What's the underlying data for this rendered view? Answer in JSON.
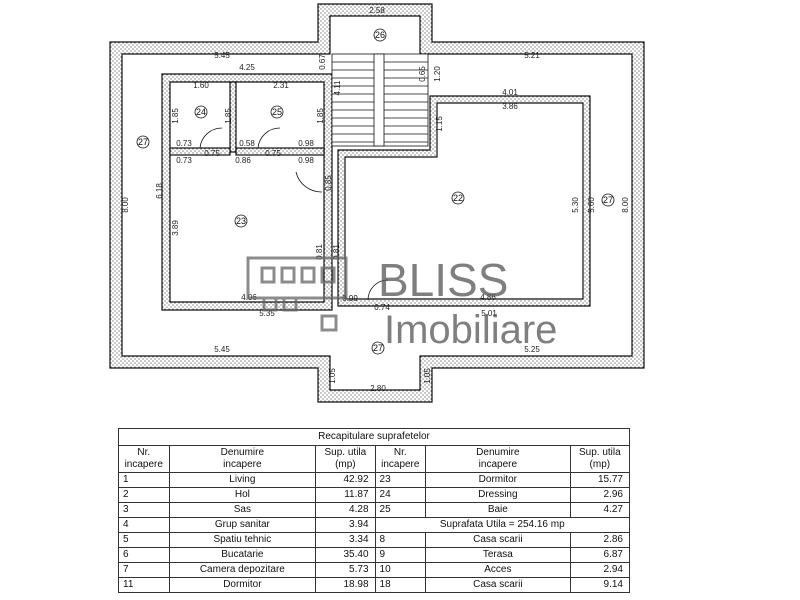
{
  "plan": {
    "rooms": [
      {
        "id": "r22",
        "no": "22"
      },
      {
        "id": "r23",
        "no": "23"
      },
      {
        "id": "r24",
        "no": "24"
      },
      {
        "id": "r25",
        "no": "25"
      },
      {
        "id": "r26",
        "no": "26"
      },
      {
        "id": "r27a",
        "no": "27"
      },
      {
        "id": "r27b",
        "no": "27"
      },
      {
        "id": "r27c",
        "no": "27"
      }
    ],
    "dims": [
      {
        "id": "d_top_stair",
        "t": "2.58"
      },
      {
        "id": "d_545_top",
        "t": "5.45"
      },
      {
        "id": "d_521_top",
        "t": "5.21"
      },
      {
        "id": "d_425",
        "t": "4.25"
      },
      {
        "id": "d_067",
        "t": "0.67"
      },
      {
        "id": "d_065",
        "t": "0.65"
      },
      {
        "id": "d_120",
        "t": "1.20"
      },
      {
        "id": "d_160",
        "t": "1.60"
      },
      {
        "id": "d_231",
        "t": "2.31"
      },
      {
        "id": "d_411",
        "t": "4.11"
      },
      {
        "id": "d_401",
        "t": "4.01"
      },
      {
        "id": "d_386",
        "t": "3.86"
      },
      {
        "id": "d_185a",
        "t": "1.85"
      },
      {
        "id": "d_185b",
        "t": "1.85"
      },
      {
        "id": "d_185c",
        "t": "1.85"
      },
      {
        "id": "d_115",
        "t": "1.15"
      },
      {
        "id": "d_073a",
        "t": "0.73"
      },
      {
        "id": "d_075a",
        "t": "0.75"
      },
      {
        "id": "d_058",
        "t": "0.58"
      },
      {
        "id": "d_075b",
        "t": "0.75"
      },
      {
        "id": "d_098a",
        "t": "0.98"
      },
      {
        "id": "d_073b",
        "t": "0.73"
      },
      {
        "id": "d_086",
        "t": "0.86"
      },
      {
        "id": "d_098b",
        "t": "0.98"
      },
      {
        "id": "d_085",
        "t": "0.85"
      },
      {
        "id": "d_800l",
        "t": "8.00"
      },
      {
        "id": "d_800r",
        "t": "8.00"
      },
      {
        "id": "d_618",
        "t": "6.18"
      },
      {
        "id": "d_389",
        "t": "3.89"
      },
      {
        "id": "d_530",
        "t": "5.30"
      },
      {
        "id": "d_560",
        "t": "5.60"
      },
      {
        "id": "d_081a",
        "t": "0.81"
      },
      {
        "id": "d_081b",
        "t": "0.81"
      },
      {
        "id": "d_406",
        "t": "4.06"
      },
      {
        "id": "d_099",
        "t": "0.99"
      },
      {
        "id": "d_074",
        "t": "0.74"
      },
      {
        "id": "d_486",
        "t": "4.86"
      },
      {
        "id": "d_535",
        "t": "5.35"
      },
      {
        "id": "d_501",
        "t": "5.01"
      },
      {
        "id": "d_545_bot",
        "t": "5.45"
      },
      {
        "id": "d_525_bot",
        "t": "5.25"
      },
      {
        "id": "d_105a",
        "t": "1.05"
      },
      {
        "id": "d_105b",
        "t": "1.05"
      },
      {
        "id": "d_280",
        "t": "2.80"
      }
    ]
  },
  "watermark": {
    "line1": "BLISS",
    "line2": "Imobiliare"
  },
  "table": {
    "caption": "Recapitulare suprafetelor",
    "headers": {
      "nr": "Nr.\nincapere",
      "den": "Denumire\nincapere",
      "sup": "Sup. utila\n(mp)"
    },
    "rows": [
      {
        "n1": "1",
        "d1": "Living",
        "s1": "42.92",
        "n2": "23",
        "d2": "Dormitor",
        "s2": "15.77"
      },
      {
        "n1": "2",
        "d1": "Hol",
        "s1": "11.87",
        "n2": "24",
        "d2": "Dressing",
        "s2": "2.96"
      },
      {
        "n1": "3",
        "d1": "Sas",
        "s1": "4.28",
        "n2": "25",
        "d2": "Baie",
        "s2": "4.27"
      },
      {
        "n1": "4",
        "d1": "Grup sanitar",
        "s1": "3.94",
        "merged": "Suprafata Utila =  254.16 mp"
      },
      {
        "n1": "5",
        "d1": "Spatiu tehnic",
        "s1": "3.34",
        "n2": "8",
        "d2": "Casa scarii",
        "s2": "2.86"
      },
      {
        "n1": "6",
        "d1": "Bucatarie",
        "s1": "35.40",
        "n2": "9",
        "d2": "Terasa",
        "s2": "6.87"
      },
      {
        "n1": "7",
        "d1": "Camera depozitare",
        "s1": "5.73",
        "n2": "10",
        "d2": "Acces",
        "s2": "2.94"
      },
      {
        "n1": "11",
        "d1": "Dormitor",
        "s1": "18.98",
        "n2": "18",
        "d2": "Casa scarii",
        "s2": "9.14"
      }
    ]
  }
}
